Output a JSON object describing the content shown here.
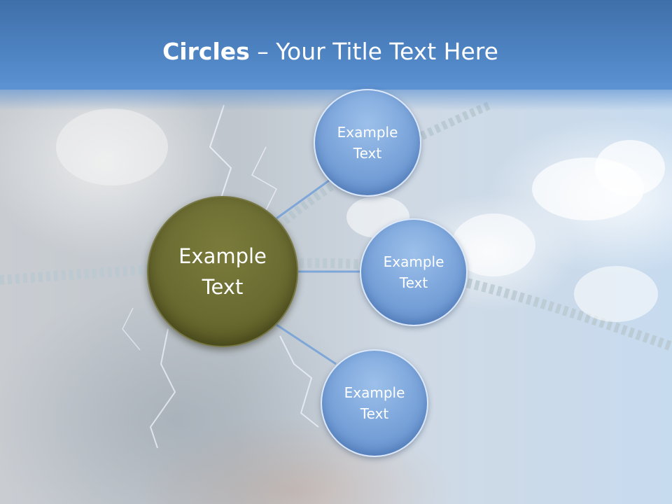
{
  "title": {
    "bold": "Circles",
    "rest": " – Your Title Text Here"
  },
  "diagram": {
    "center": {
      "label": "Example Text"
    },
    "satellites": [
      {
        "label": "Example Text"
      },
      {
        "label": "Example Text"
      },
      {
        "label": "Example Text"
      }
    ]
  },
  "colors": {
    "header": "#4d82c1",
    "center_fill": "#6a6b31",
    "satellite_fill": "#7ea7dc",
    "connector": "#7ea7d8"
  }
}
